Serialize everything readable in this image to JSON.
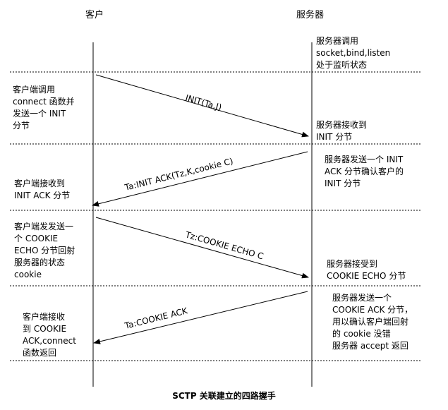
{
  "headers": {
    "client": "客户",
    "server": "服务器"
  },
  "server_init_note": "服务器调用\nsocket,bind,listen\n处于监听状态",
  "steps": [
    {
      "left_note": "客户端调用\nconnect 函数并\n发送一个 INIT\n分节",
      "arrow_label": "INIT(Ta,J)",
      "right_note": "服务器接收到\nINIT 分节"
    },
    {
      "left_note": "客户端接收到\nINIT ACK 分节",
      "arrow_label": "Ta:INIT ACK(Tz,K,cookie C)",
      "right_note": "服务器发送一个 INIT\nACK 分节确认客户的\nINIT 分节"
    },
    {
      "left_note": "客户端发发送一\n个 COOKIE\nECHO 分节回射\n服务器的状态\ncookie",
      "arrow_label": "Tz:COOKIE ECHO C",
      "right_note": "服务器接受到\nCOOKIE ECHO 分节"
    },
    {
      "left_note": "客户端接收\n到 COOKIE\nACK,connect\n函数返回",
      "arrow_label": "Ta:COOKIE ACK",
      "right_note": "服务器发送一个\nCOOKIE ACK 分节，\n用以确认客户端回射\n的 cookie 没错\n服务器 accept 返回"
    }
  ],
  "caption": "SCTP 关联建立的四路握手"
}
